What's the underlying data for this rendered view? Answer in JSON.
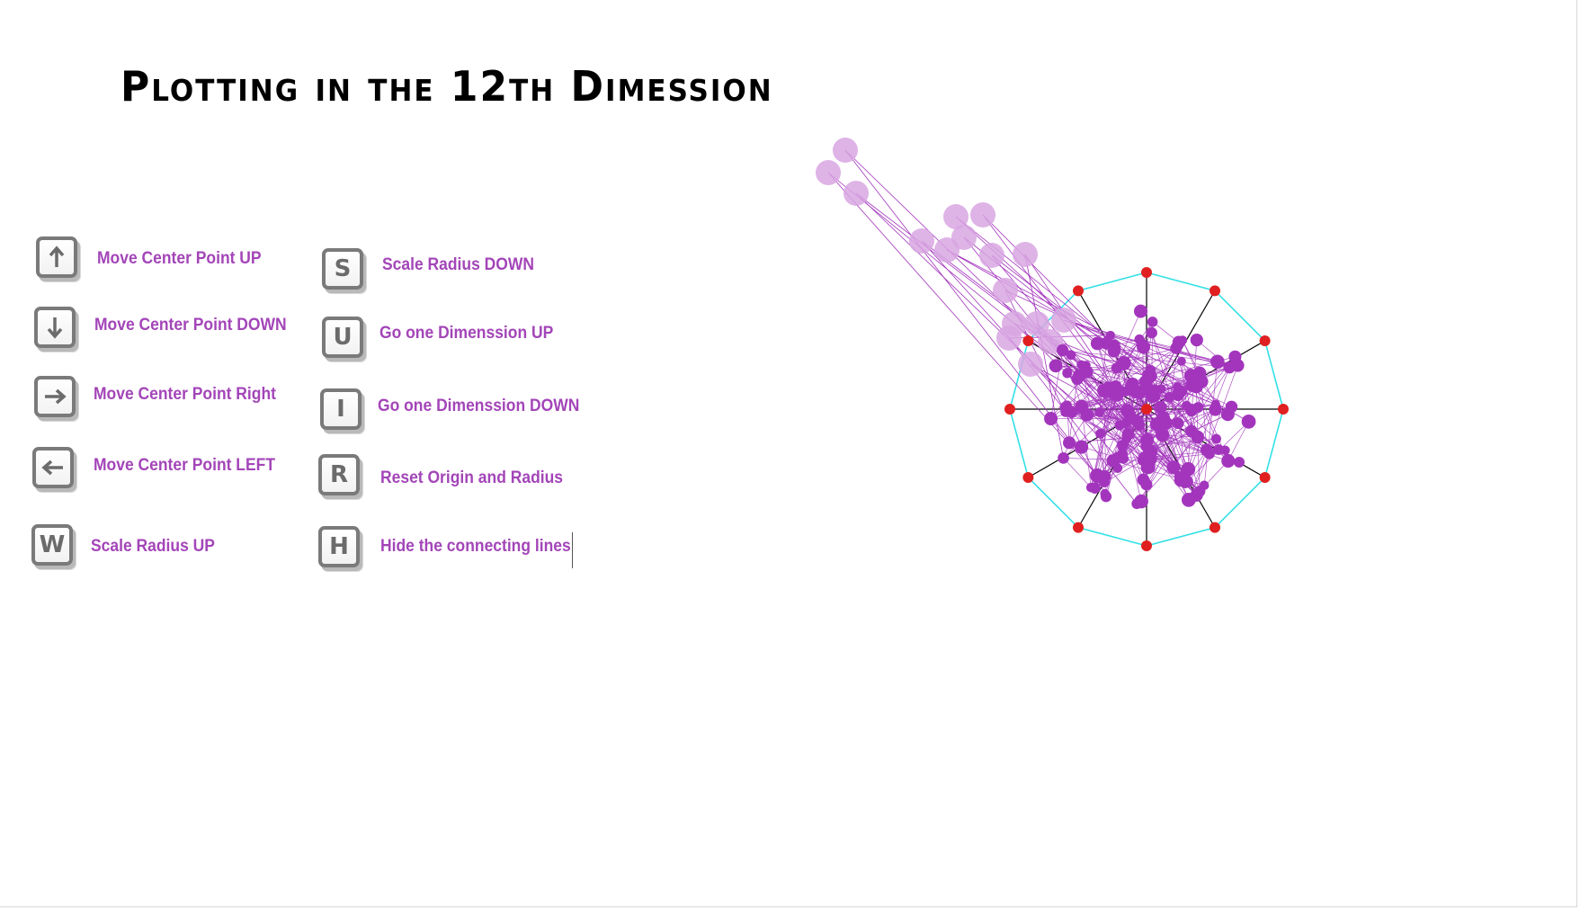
{
  "title": "Plotting in the 12th Dimession",
  "controls": {
    "left": [
      {
        "key": "up-arrow",
        "label": "Move Center Point UP"
      },
      {
        "key": "down-arrow",
        "label": "Move Center Point DOWN"
      },
      {
        "key": "right-arrow",
        "label": "Move Center Point Right"
      },
      {
        "key": "left-arrow",
        "label": "Move Center Point LEFT"
      },
      {
        "key": "W",
        "label": "Scale Radius UP"
      }
    ],
    "right": [
      {
        "key": "S",
        "label": "Scale Radius DOWN"
      },
      {
        "key": "U",
        "label": "Go one Dimenssion UP"
      },
      {
        "key": "I",
        "label": "Go one Dimenssion DOWN"
      },
      {
        "key": "R",
        "label": "Reset Origin and Radius"
      },
      {
        "key": "H",
        "label": "Hide the connecting lines"
      }
    ]
  },
  "plot": {
    "dimensions": 12,
    "colors": {
      "polygon": "#33e0e6",
      "spokes": "#000000",
      "vertices": "#e02020",
      "points": "#a335bd",
      "points_faded": "#d8a6e2",
      "lines": "#a335bd"
    }
  }
}
